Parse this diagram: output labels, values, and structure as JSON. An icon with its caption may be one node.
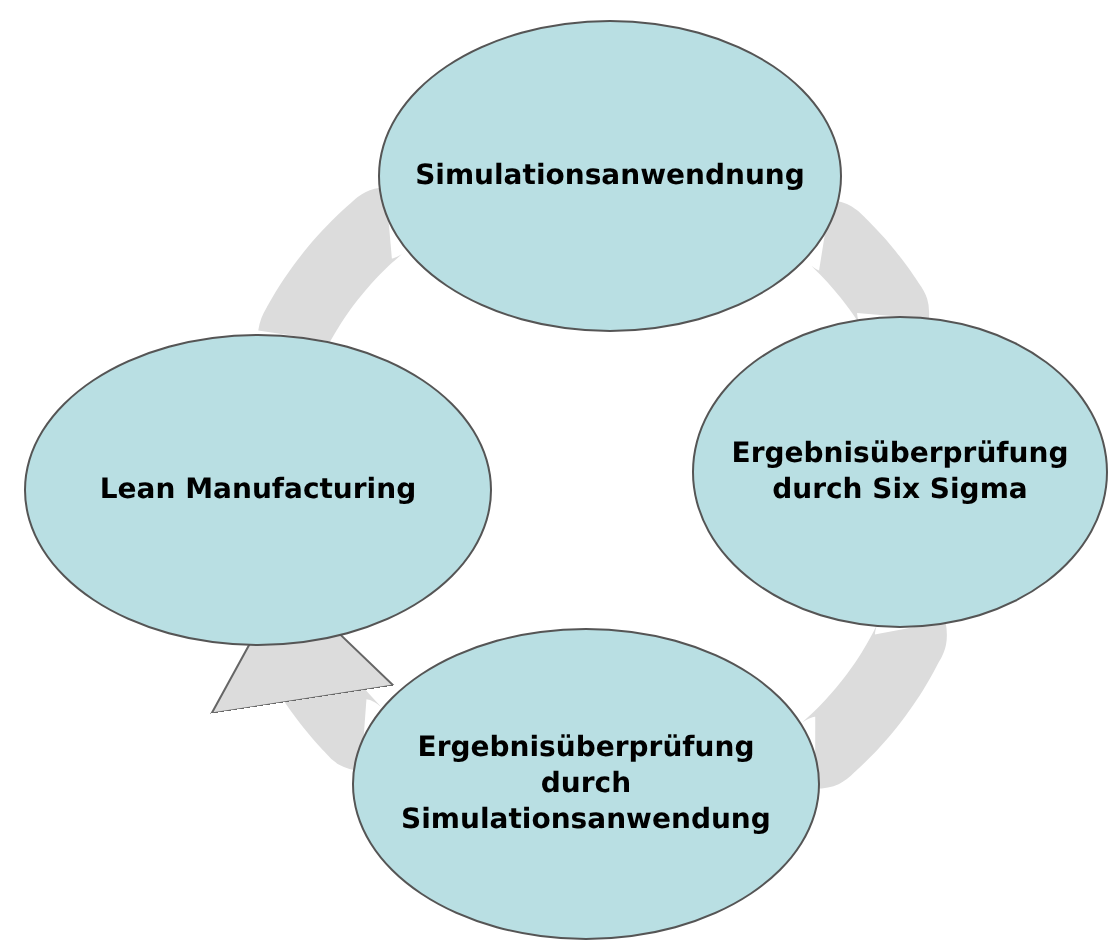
{
  "diagram": {
    "nodes": [
      {
        "text": [
          "Simulationsanwendnung"
        ]
      },
      {
        "text": [
          "Lean Manufacturing"
        ]
      },
      {
        "text": [
          "Ergebnisüberprüfung durch Six Sigma"
        ]
      },
      {
        "text": [
          "Ergebnisüberprüfung durch Simulationsanwendung"
        ]
      }
    ],
    "edges": [
      {
        "from": 1,
        "to": 0,
        "arrow": "none"
      },
      {
        "from": 0,
        "to": 2,
        "arrow": "none"
      },
      {
        "from": 2,
        "to": 3,
        "arrow": "none"
      },
      {
        "from": 3,
        "to": 1,
        "arrow": "to"
      }
    ]
  }
}
